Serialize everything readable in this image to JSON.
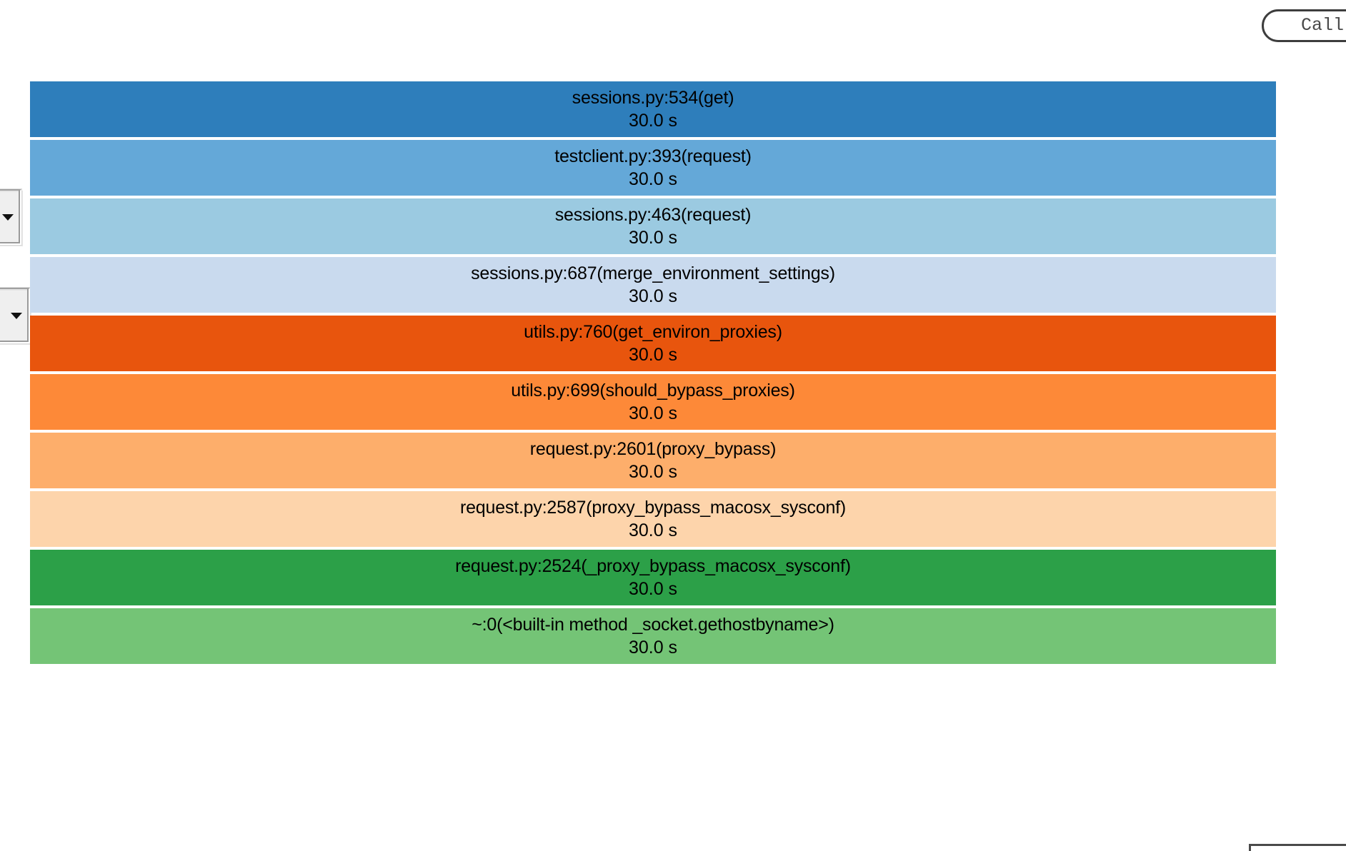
{
  "toolbar": {
    "call_button_label": "Call Stack",
    "call_button_icon": "pill-button"
  },
  "controls": {
    "select_top": {
      "name": "style-select",
      "value": "",
      "arrow_icon": "chevron-down-icon"
    },
    "select_bottom": {
      "name": "depth-select",
      "value": "",
      "arrow_icon": "chevron-down-icon"
    }
  },
  "search": {
    "value": "",
    "placeholder": ""
  },
  "chart_data": {
    "type": "bar",
    "title": "",
    "xlabel": "",
    "ylabel": "",
    "orientation": "icicle",
    "grid": false,
    "legend": "none",
    "time_unit": "s",
    "categories": [
      "sessions.py:534(get)",
      "testclient.py:393(request)",
      "sessions.py:463(request)",
      "sessions.py:687(merge_environment_settings)",
      "utils.py:760(get_environ_proxies)",
      "utils.py:699(should_bypass_proxies)",
      "request.py:2601(proxy_bypass)",
      "request.py:2587(proxy_bypass_macosx_sysconf)",
      "request.py:2524(_proxy_bypass_macosx_sysconf)",
      "~:0(<built-in method _socket.gethostbyname>)"
    ],
    "values": [
      30.0,
      30.0,
      30.0,
      30.0,
      30.0,
      30.0,
      30.0,
      30.0,
      30.0,
      30.0
    ],
    "ylim": [
      0,
      30.0
    ],
    "colors": [
      "#2e7ebb",
      "#64a8d8",
      "#9bcae1",
      "#c9daee",
      "#e8550d",
      "#fd8938",
      "#fdae6b",
      "#fdd4ab",
      "#2ca048",
      "#74c476"
    ],
    "frames": [
      {
        "function": "sessions.py:534(get)",
        "time": "30.0 s",
        "seconds": 30.0,
        "depth": 0,
        "color": "#2e7ebb"
      },
      {
        "function": "testclient.py:393(request)",
        "time": "30.0 s",
        "seconds": 30.0,
        "depth": 1,
        "color": "#64a8d8"
      },
      {
        "function": "sessions.py:463(request)",
        "time": "30.0 s",
        "seconds": 30.0,
        "depth": 2,
        "color": "#9bcae1"
      },
      {
        "function": "sessions.py:687(merge_environment_settings)",
        "time": "30.0 s",
        "seconds": 30.0,
        "depth": 3,
        "color": "#c9daee"
      },
      {
        "function": "utils.py:760(get_environ_proxies)",
        "time": "30.0 s",
        "seconds": 30.0,
        "depth": 4,
        "color": "#e8550d"
      },
      {
        "function": "utils.py:699(should_bypass_proxies)",
        "time": "30.0 s",
        "seconds": 30.0,
        "depth": 5,
        "color": "#fd8938"
      },
      {
        "function": "request.py:2601(proxy_bypass)",
        "time": "30.0 s",
        "seconds": 30.0,
        "depth": 6,
        "color": "#fdae6b"
      },
      {
        "function": "request.py:2587(proxy_bypass_macosx_sysconf)",
        "time": "30.0 s",
        "seconds": 30.0,
        "depth": 7,
        "color": "#fdd4ab"
      },
      {
        "function": "request.py:2524(_proxy_bypass_macosx_sysconf)",
        "time": "30.0 s",
        "seconds": 30.0,
        "depth": 8,
        "color": "#2ca048"
      },
      {
        "function": "~:0(<built-in method _socket.gethostbyname>)",
        "time": "30.0 s",
        "seconds": 30.0,
        "depth": 9,
        "color": "#74c476"
      }
    ]
  }
}
